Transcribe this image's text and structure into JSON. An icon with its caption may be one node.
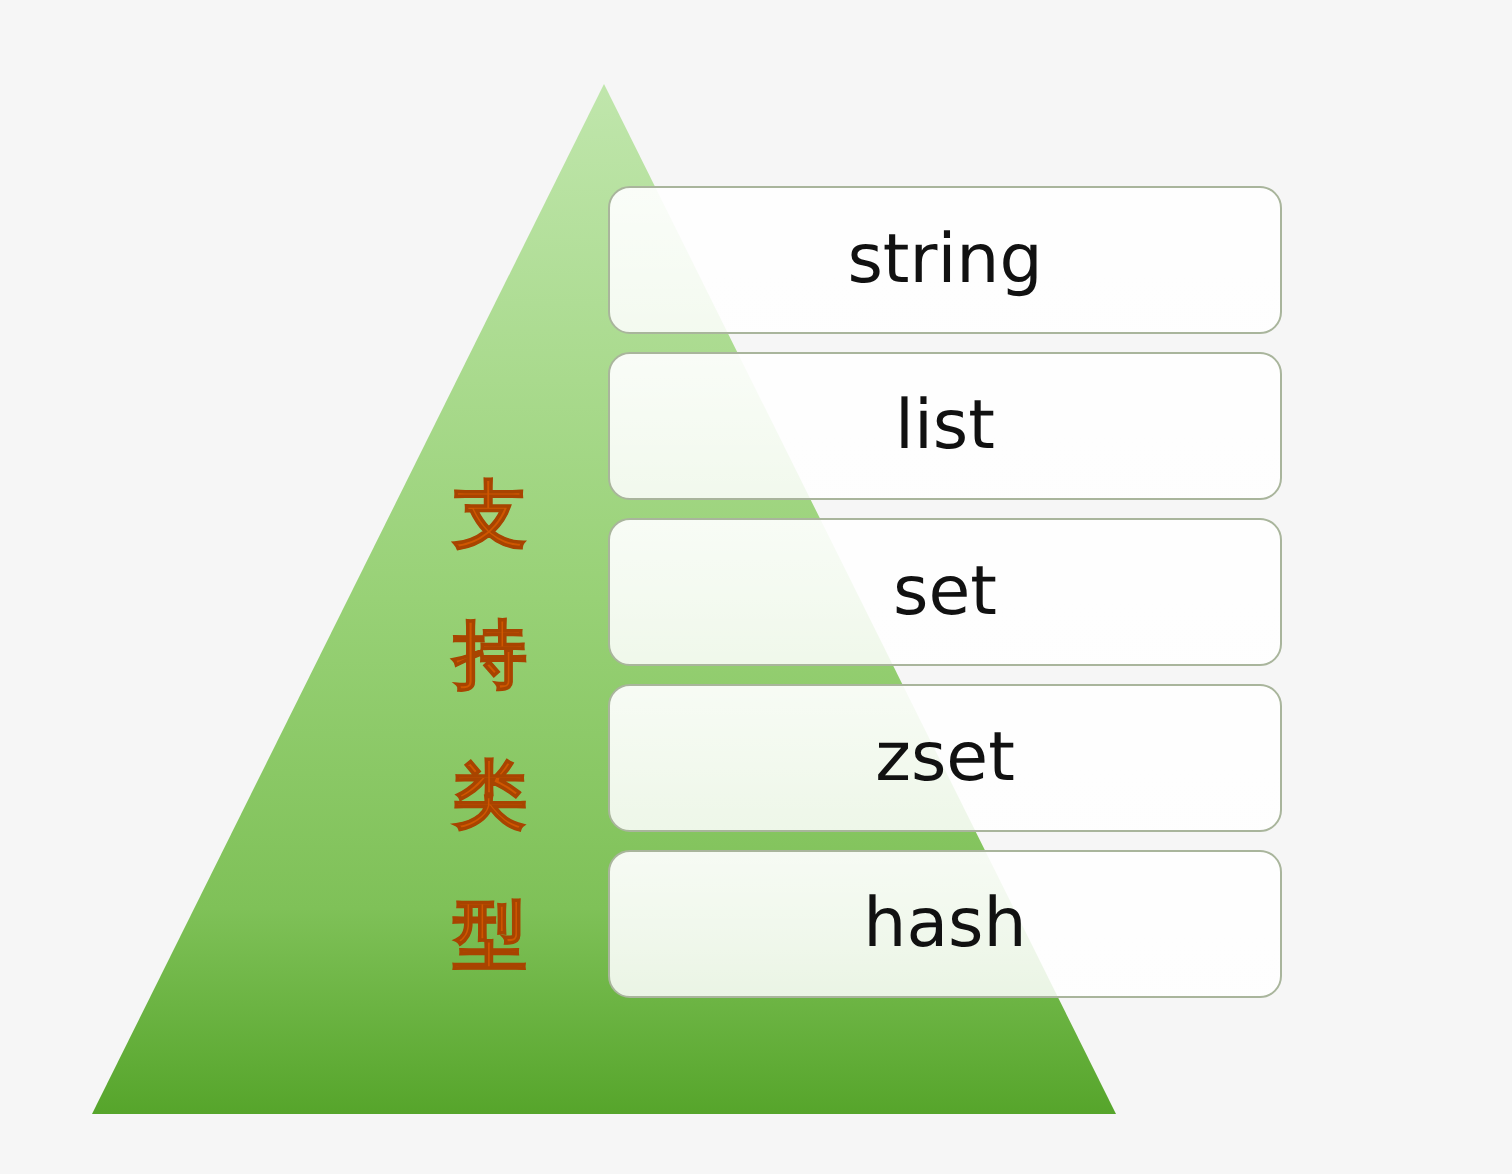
{
  "diagram": {
    "nodes": [
      {
        "text": [
          "支持类型"
        ]
      },
      {
        "text": [
          "string"
        ]
      },
      {
        "text": [
          "list"
        ]
      },
      {
        "text": [
          "set"
        ]
      },
      {
        "text": [
          "zset"
        ]
      },
      {
        "text": [
          "hash"
        ]
      }
    ]
  }
}
